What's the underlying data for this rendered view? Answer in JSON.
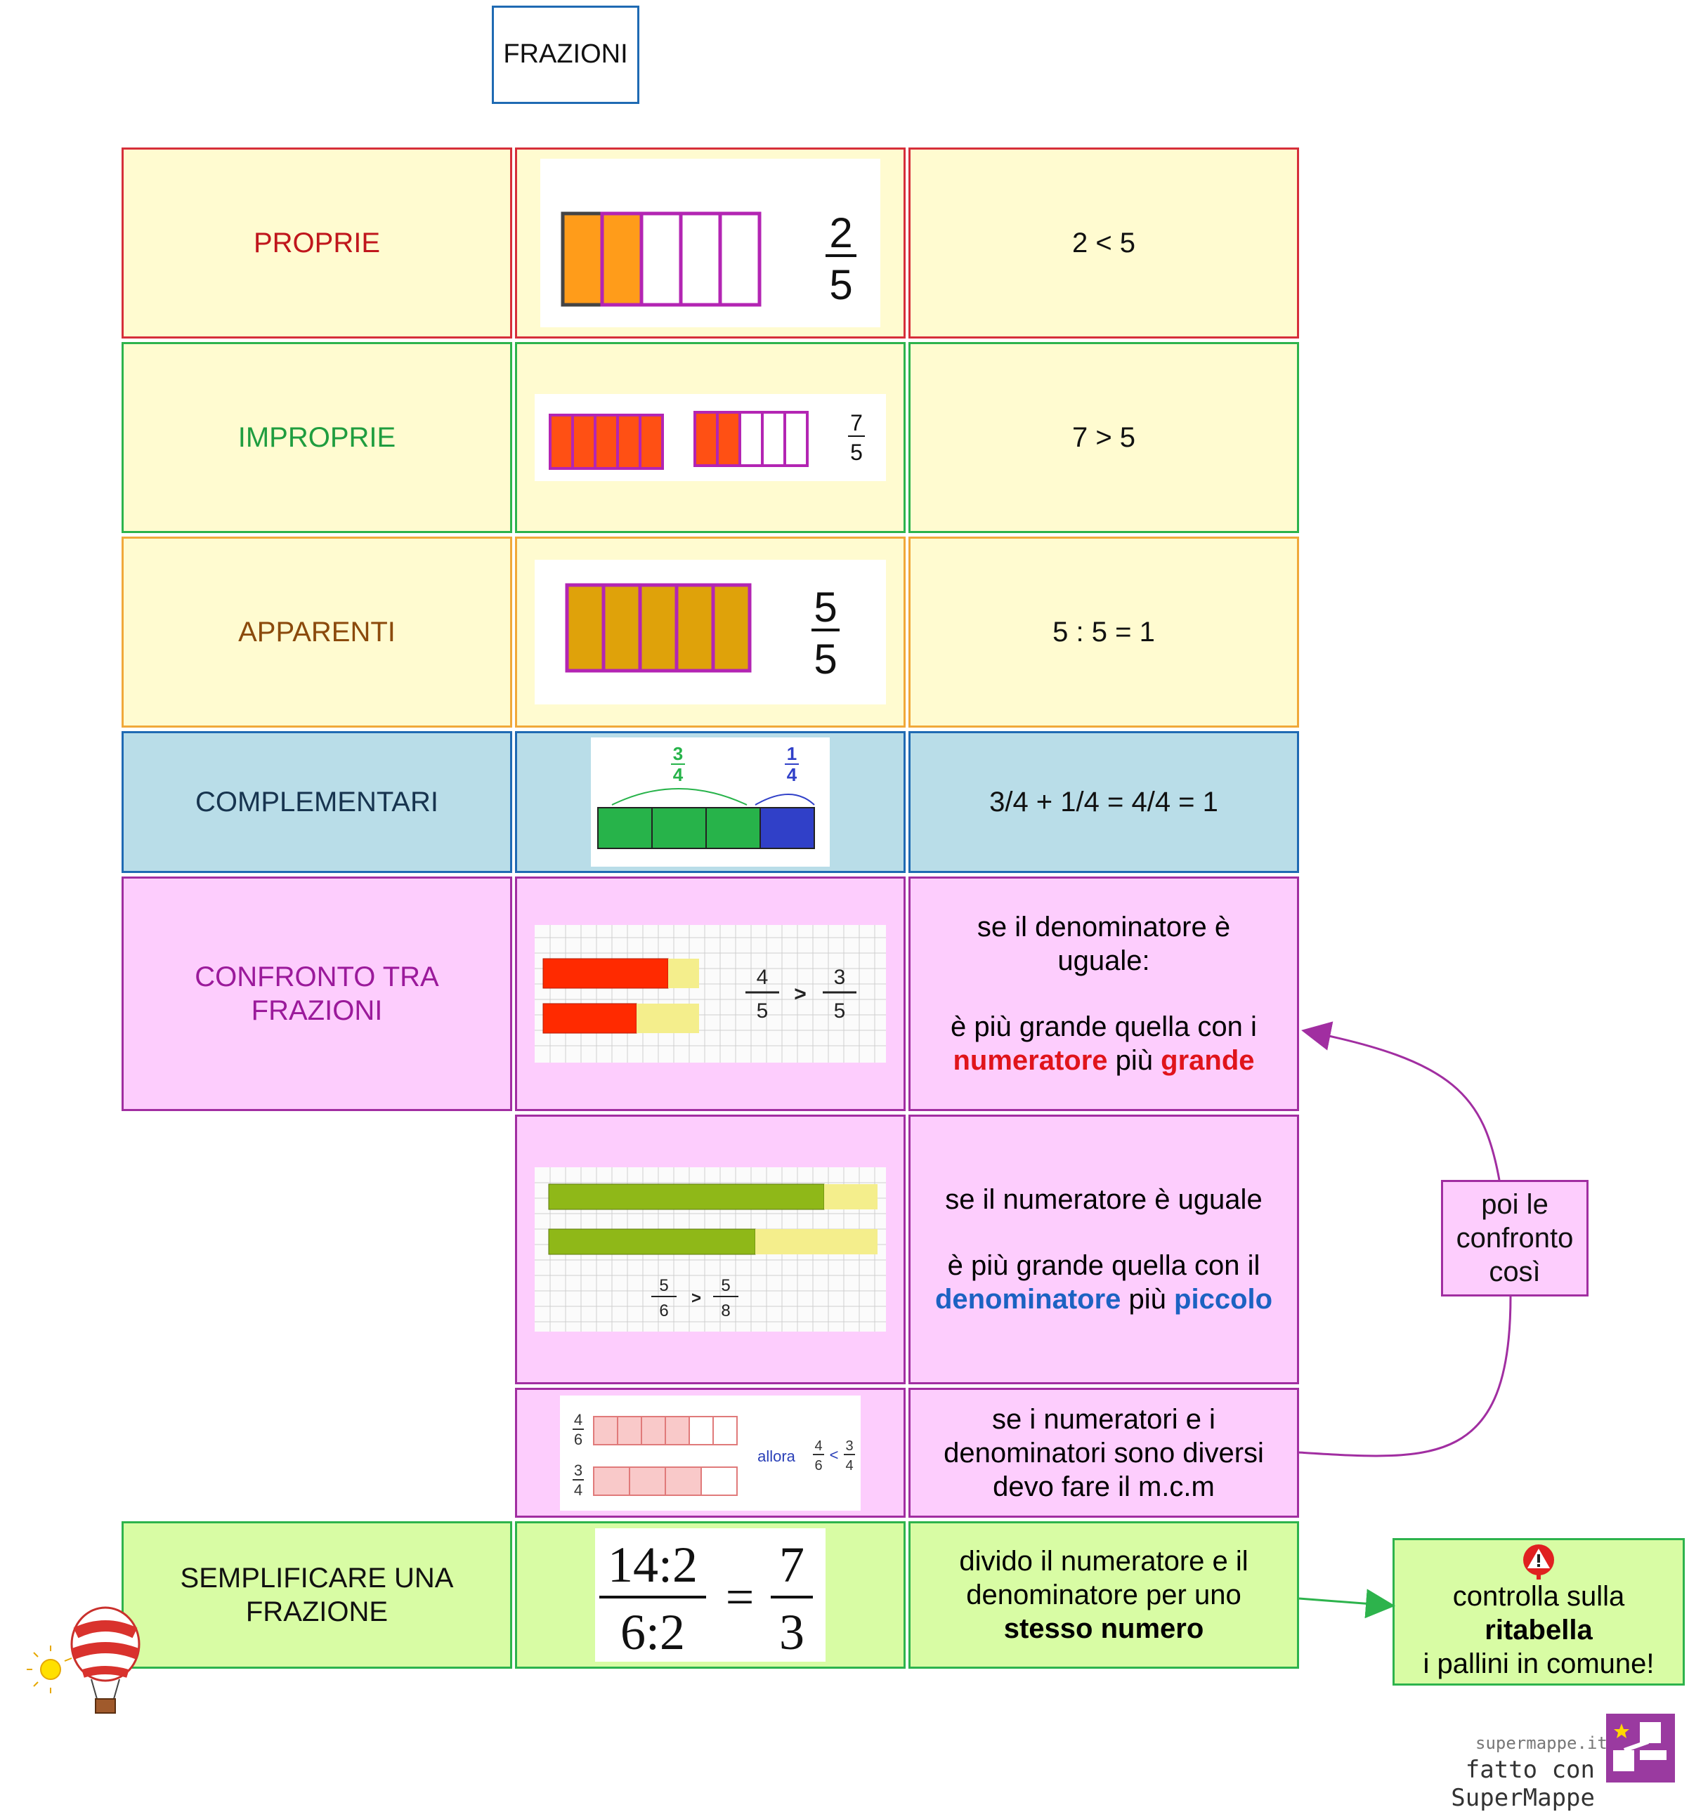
{
  "title": "FRAZIONI",
  "rows": {
    "proprie": {
      "label": "PROPRIE",
      "fraction_num": "2",
      "fraction_den": "5",
      "rule": "2 < 5"
    },
    "improprie": {
      "label": "IMPROPRIE",
      "fraction_num": "7",
      "fraction_den": "5",
      "rule": "7 > 5"
    },
    "apparenti": {
      "label": "APPARENTI",
      "fraction_num": "5",
      "fraction_den": "5",
      "rule": "5 : 5 = 1"
    },
    "complementari": {
      "label": "COMPLEMENTARI",
      "frac_a_num": "3",
      "frac_a_den": "4",
      "frac_b_num": "1",
      "frac_b_den": "4",
      "rule": "3/4 + 1/4 = 4/4 = 1"
    },
    "confronto": {
      "label": "CONFRONTO TRA\nFRAZIONI",
      "case1": {
        "l1": "se il denominatore è",
        "l2": "uguale:",
        "l3": "è più grande quella con i",
        "w1": "numeratore",
        "mid": " più ",
        "w2": "grande",
        "num_a": "4",
        "den_a": "5",
        "op": ">",
        "num_b": "3",
        "den_b": "5"
      },
      "case2": {
        "l1": "se il numeratore è uguale",
        "l2": "è più grande quella con il",
        "w1": "denominatore",
        "mid": " più ",
        "w2": "piccolo",
        "num_a": "5",
        "den_a": "6",
        "op": ">",
        "num_b": "5",
        "den_b": "8"
      },
      "case3": {
        "text": "se i numeratori e i\ndenominatori sono diversi\ndevo fare il m.c.m",
        "top_num": "4",
        "top_den": "6",
        "bot_num": "3",
        "bot_den": "4",
        "allora": "allora",
        "op": "<"
      }
    },
    "semplificare": {
      "label": "SEMPLIFICARE UNA\nFRAZIONE",
      "num": "14:2",
      "den": "6:2",
      "eq": "=",
      "res_num": "7",
      "res_den": "3",
      "l1": "divido il numeratore e il",
      "l2": "denominatore per uno",
      "bold": "stesso numero"
    }
  },
  "side_note_compare": "poi le\nconfronto\ncosì",
  "side_note_check": {
    "l1": "controlla sulla",
    "bold": "ritabella",
    "l2": "i pallini in comune!"
  },
  "footer": {
    "site": "supermappe.it",
    "credit": "fatto con SuperMappe"
  },
  "colors": {
    "orange": "#ff9c1a",
    "red_orange": "#ff5014",
    "gold": "#dfa20a",
    "green": "#27b34a",
    "blue": "#3040c8",
    "magenta": "#b325b3"
  }
}
